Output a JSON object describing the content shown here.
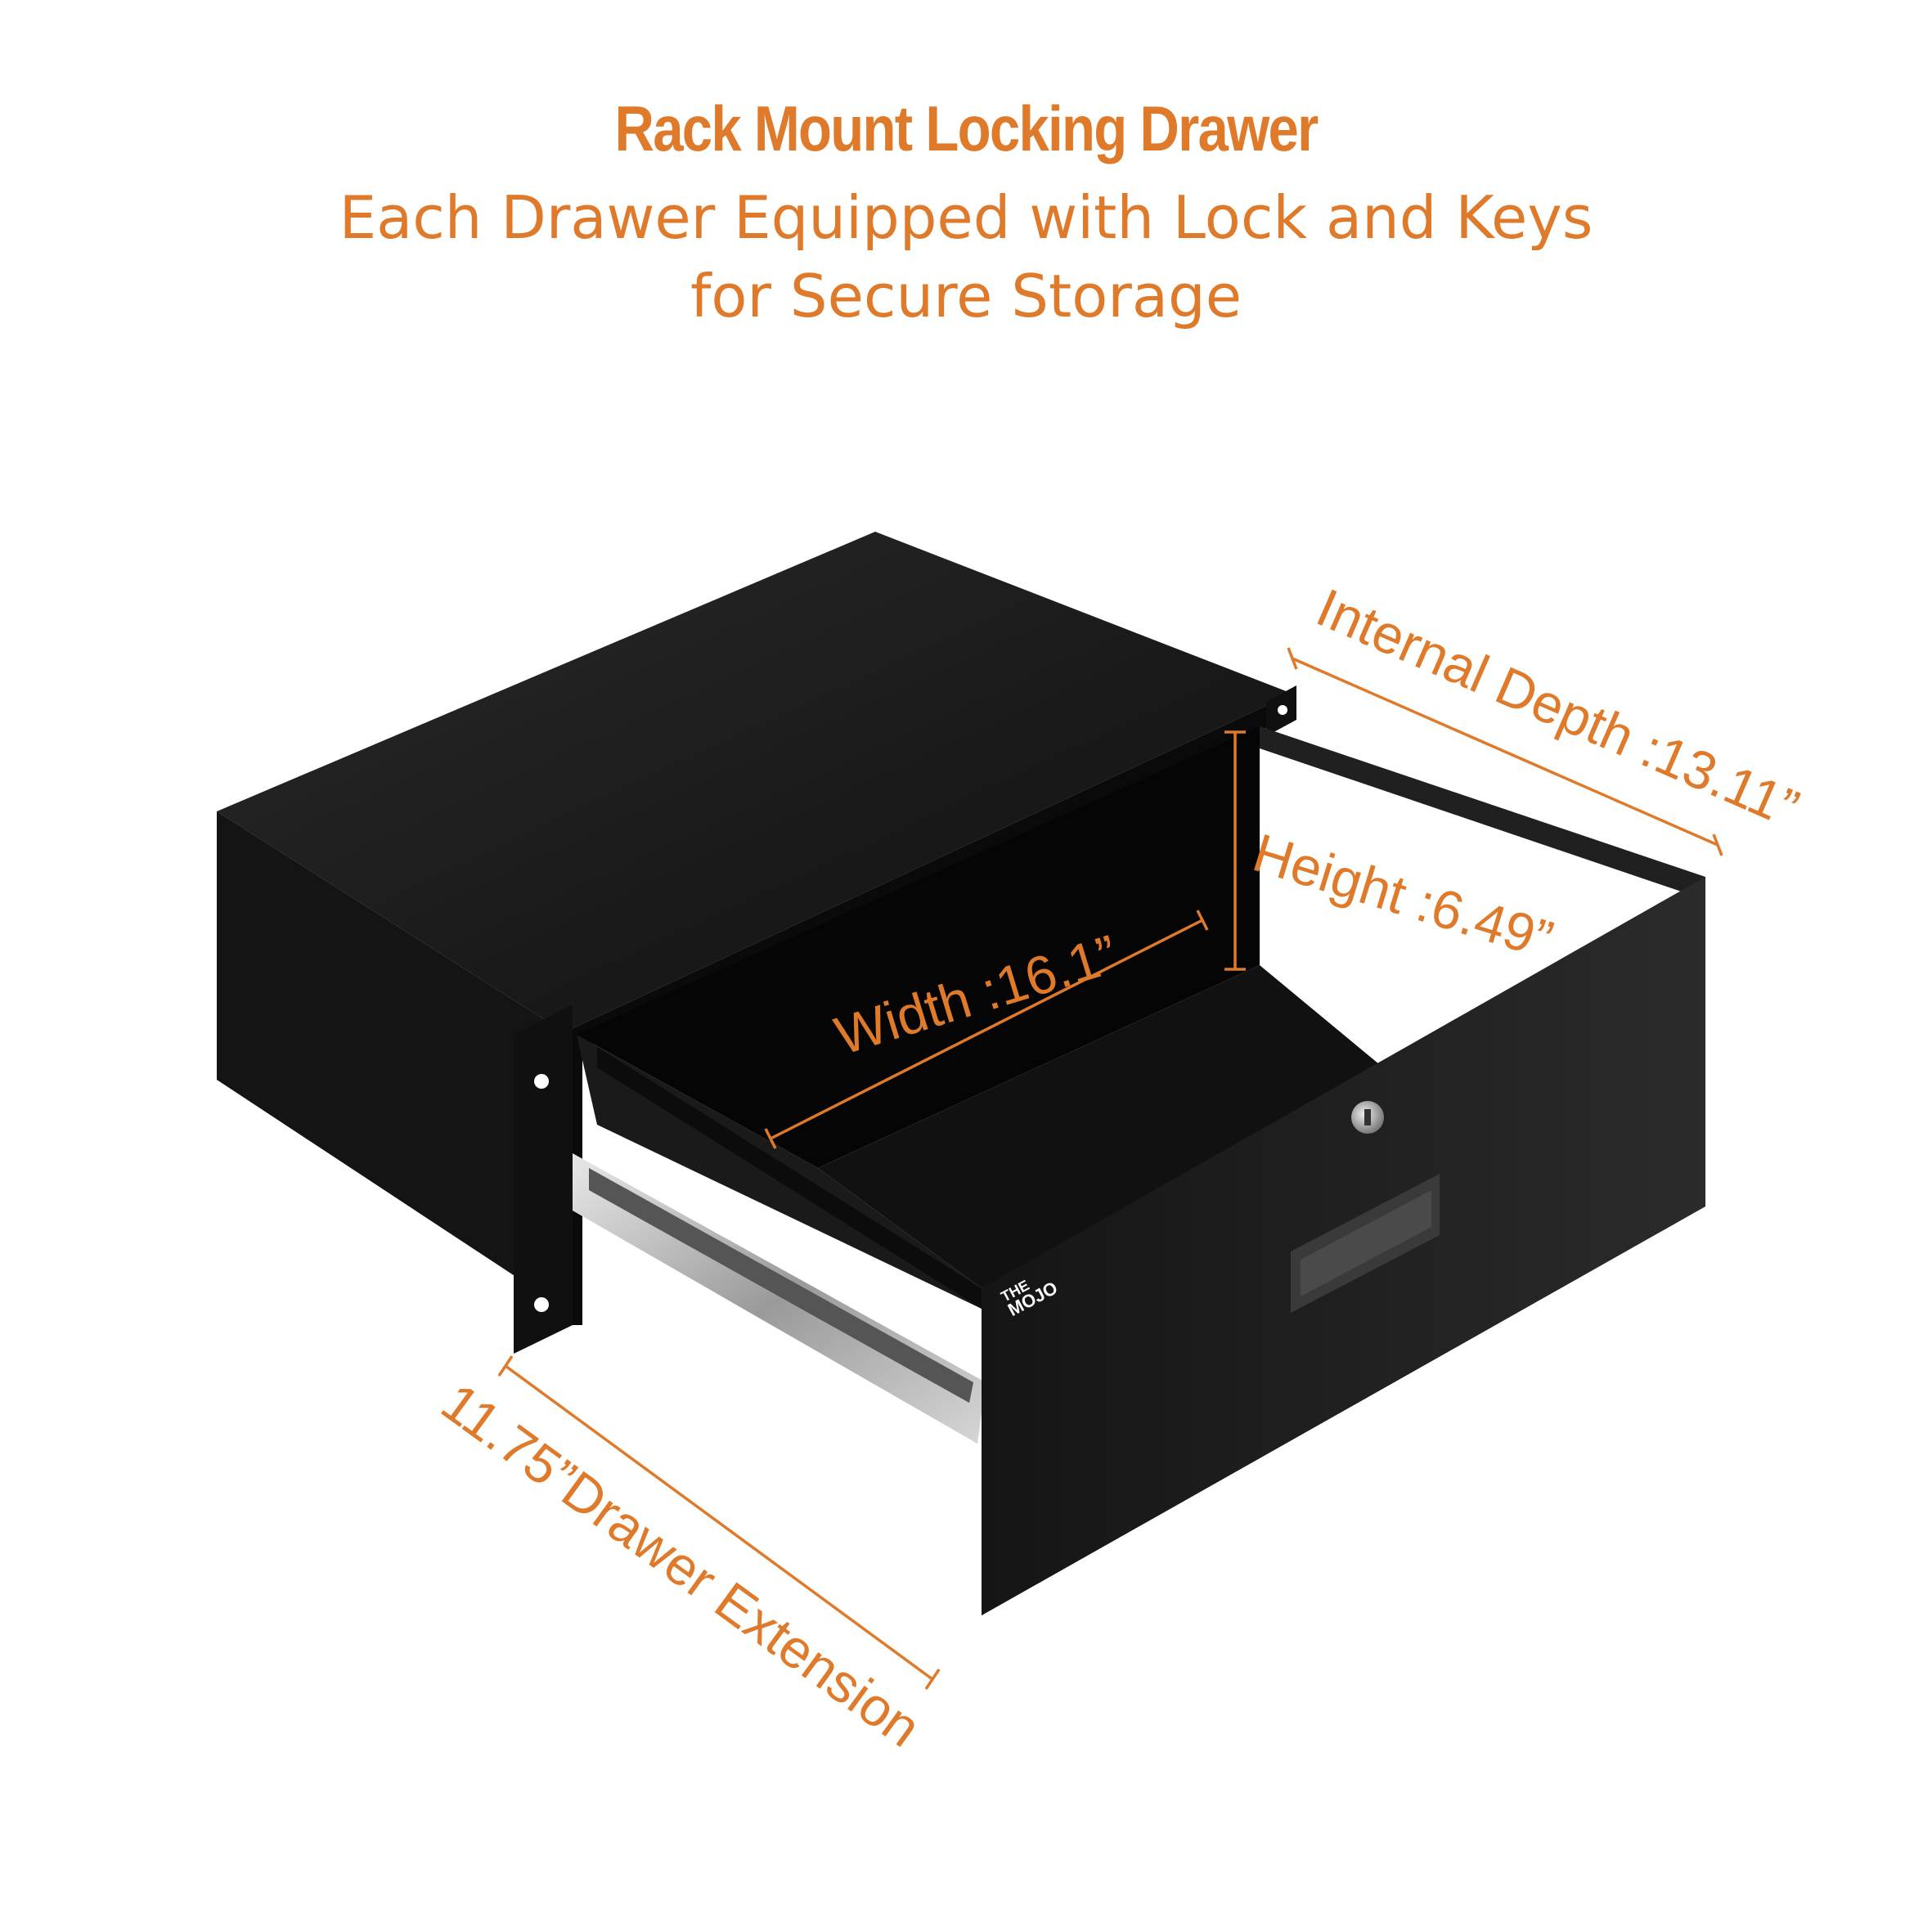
{
  "heading": {
    "title": "Rack Mount Locking Drawer",
    "subtitle_line1": "Each Drawer Equipped with Lock and Keys",
    "subtitle_line2": "for Secure Storage"
  },
  "dimensions": {
    "internal_depth": "Internal Depth :13.11”",
    "height": "Height :6.49”",
    "width": "Width :16.1”",
    "extension": "11.75”Drawer Extension"
  },
  "product": {
    "brand_logo_text": "MOJO",
    "brand_logo_small": "THE"
  },
  "colors": {
    "accent": "#e07a2b",
    "drawer_body": "#1a1a1a"
  }
}
